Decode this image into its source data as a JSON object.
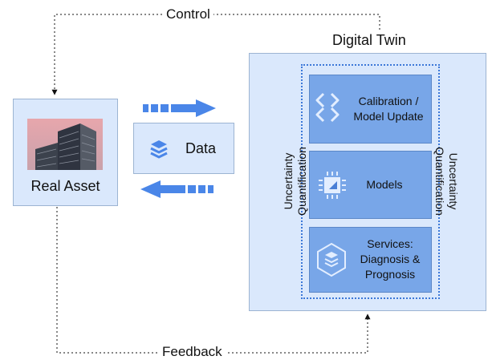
{
  "control_label": "Control",
  "feedback_label": "Feedback",
  "digital_twin": {
    "title": "Digital Twin",
    "uncertainty_left": [
      "Uncertainty",
      "Quantification"
    ],
    "uncertainty_right": [
      "Uncertainty",
      "Quantification"
    ],
    "calibration": [
      "Calibration /",
      "Model Update"
    ],
    "models": "Models",
    "services": [
      "Services:",
      "Diagnosis &",
      "Prognosis"
    ]
  },
  "real_asset": {
    "label": "Real Asset"
  },
  "data": {
    "label": "Data"
  },
  "colors": {
    "box_fill": "#dae8fc",
    "inner_fill": "#78a6e8",
    "arrow_fill": "#4a86e8",
    "icon_color": "#e3eeff"
  }
}
